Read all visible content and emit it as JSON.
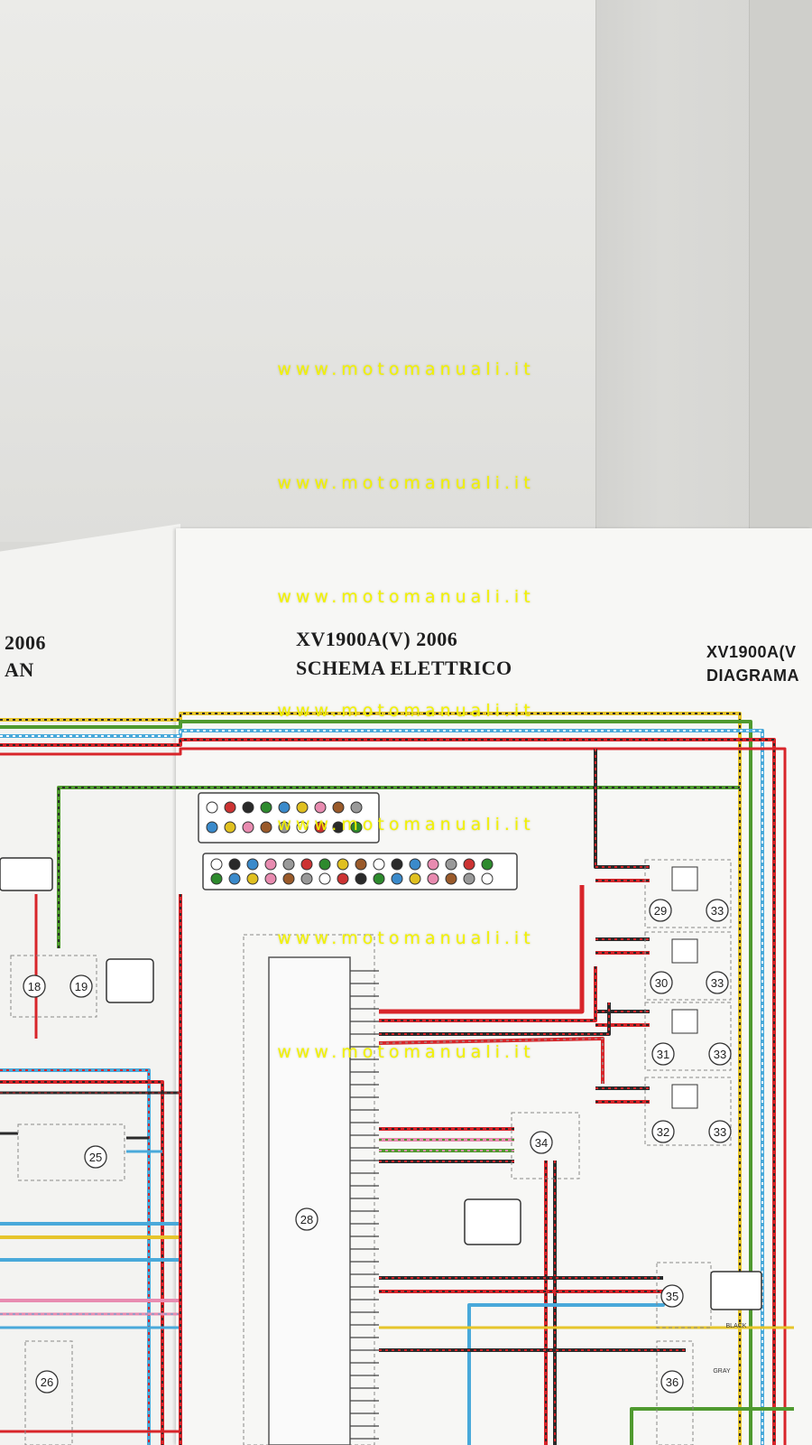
{
  "watermark": "www.motomanuali.it",
  "left_page": {
    "title_line1": "2006",
    "title_line2": "AN"
  },
  "center_page": {
    "title_line1": "XV1900A(V) 2006",
    "title_line2": "SCHEMA ELETTRICO"
  },
  "right_page": {
    "title_line1": "XV1900A(V",
    "title_line2": "DIAGRAMA"
  },
  "components": [
    "18",
    "19",
    "25",
    "26",
    "28",
    "29",
    "30",
    "31",
    "32",
    "33",
    "34",
    "35",
    "36"
  ],
  "connector_labels": {
    "black": "BLACK",
    "gray": "GRAY"
  },
  "wire_colors": {
    "red": "#d8252a",
    "green": "#4f9a2f",
    "yellow": "#e6c52b",
    "blue": "#49a9da",
    "black": "#2a2a2a",
    "pink": "#e88bb0"
  }
}
